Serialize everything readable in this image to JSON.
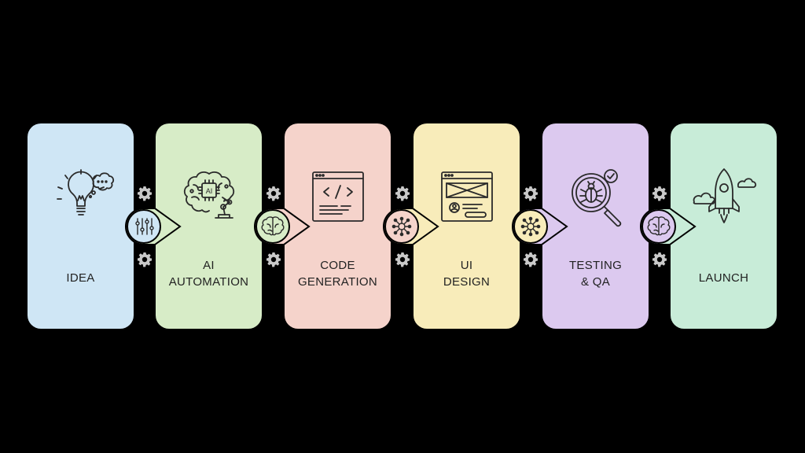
{
  "colors": {
    "background": "#000000",
    "idea": "#cfe6f5",
    "ai_automation": "#d7ecc7",
    "code_generation": "#f5d3cb",
    "ui_design": "#f8ecba",
    "testing_qa": "#dcc9ef",
    "launch": "#c8ecd8",
    "stroke": "#2a2a2a",
    "gear": "#c9c9c9"
  },
  "steps": [
    {
      "id": "idea",
      "label_lines": [
        "IDEA"
      ],
      "icon": "lightbulb-icon"
    },
    {
      "id": "ai_automation",
      "label_lines": [
        "AI",
        "AUTOMATION"
      ],
      "icon": "robot-brain-icon"
    },
    {
      "id": "code_generation",
      "label_lines": [
        "CODE",
        "GENERATION"
      ],
      "icon": "code-window-icon"
    },
    {
      "id": "ui_design",
      "label_lines": [
        "UI",
        "DESIGN"
      ],
      "icon": "wireframe-icon"
    },
    {
      "id": "testing_qa",
      "label_lines": [
        "TESTING",
        "& QA"
      ],
      "icon": "bug-magnifier-icon"
    },
    {
      "id": "launch",
      "label_lines": [
        "LAUNCH"
      ],
      "icon": "rocket-icon"
    }
  ],
  "connectors": [
    {
      "from": "idea",
      "to": "ai_automation",
      "icon": "sliders-icon"
    },
    {
      "from": "ai_automation",
      "to": "code_generation",
      "icon": "brain-icon"
    },
    {
      "from": "code_generation",
      "to": "ui_design",
      "icon": "network-icon"
    },
    {
      "from": "ui_design",
      "to": "testing_qa",
      "icon": "network-icon"
    },
    {
      "from": "testing_qa",
      "to": "launch",
      "icon": "brain-icon"
    }
  ]
}
